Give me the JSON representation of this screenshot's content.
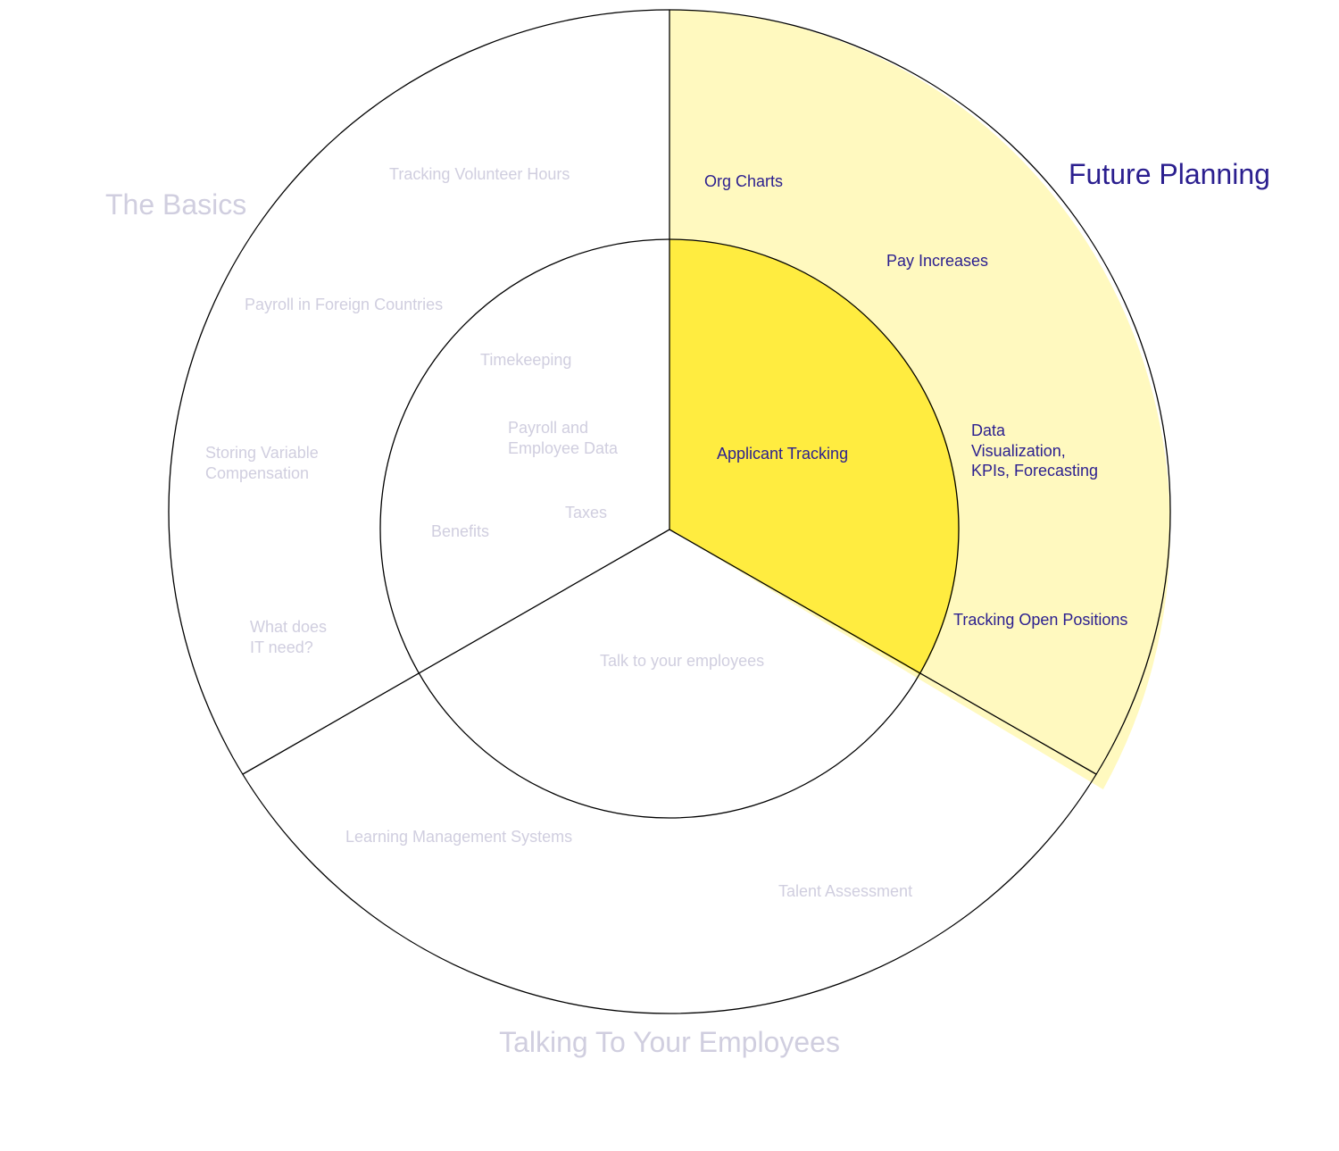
{
  "colors": {
    "active_label": "#2b1f8f",
    "faded_label": "#d0cedf",
    "outer_highlight": "#fff9bf",
    "inner_highlight": "#ffec40",
    "stroke": "#000000",
    "background": "#ffffff"
  },
  "sections": {
    "basics": {
      "title": "The Basics",
      "active": false
    },
    "future": {
      "title": "Future Planning",
      "active": true
    },
    "talking": {
      "title": "Talking To Your Employees",
      "active": false
    }
  },
  "inner": {
    "basics": {
      "items": [
        "Timekeeping",
        "Payroll and Employee Data",
        "Taxes",
        "Benefits"
      ],
      "timekeeping": "Timekeeping",
      "payroll_line1": "Payroll and",
      "payroll_line2": "Employee Data",
      "taxes": "Taxes",
      "benefits": "Benefits"
    },
    "future": {
      "applicant_tracking": "Applicant Tracking"
    },
    "talking": {
      "talk": "Talk to your employees"
    }
  },
  "outer": {
    "basics": {
      "volunteer": "Tracking Volunteer Hours",
      "foreign_payroll": "Payroll in Foreign Countries",
      "variable_comp_line1": "Storing Variable",
      "variable_comp_line2": "Compensation",
      "it_line1": "What does",
      "it_line2": "IT need?"
    },
    "future": {
      "org_charts": "Org Charts",
      "pay_increases": "Pay Increases",
      "data_viz_line1": "Data",
      "data_viz_line2": "Visualization,",
      "data_viz_line3": "KPIs, Forecasting",
      "open_positions": "Tracking Open Positions"
    },
    "talking": {
      "lms": "Learning Management Systems",
      "talent": "Talent Assessment"
    }
  }
}
